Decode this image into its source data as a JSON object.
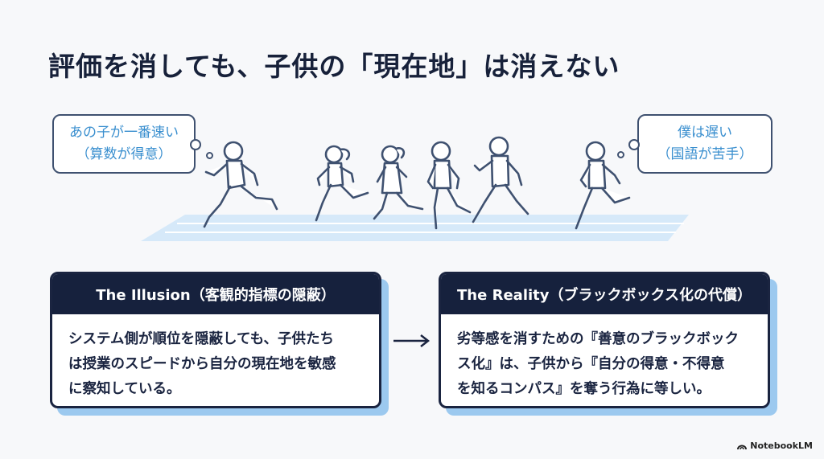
{
  "title": "評価を消しても、子供の「現在地」は消えない",
  "bubbles": {
    "left": {
      "line1": "あの子が一番速い",
      "line2": "（算数が得意）"
    },
    "right": {
      "line1": "僕は遅い",
      "line2": "（国語が苦手）"
    }
  },
  "illusion": {
    "header": "The Illusion（客観的指標の隠蔽）",
    "lines": [
      "システム側が順位を隠蔽しても、子供たち",
      "は授業のスピードから自分の現在地を敏感",
      "に察知している。"
    ]
  },
  "reality": {
    "header": "The Reality（ブラックボックス化の代償）",
    "lines": [
      "劣等感を消すための『善意のブラックボック",
      "ス化』は、子供から『自分の得意・不得意",
      "を知るコンパス』を奪う行為に等しい。"
    ]
  },
  "brand": {
    "label": "NotebookLM",
    "icon": "notebooklm-logo-icon"
  },
  "colors": {
    "navy": "#16213d",
    "accent_blue": "#3a8fcf",
    "shadow_blue": "#9cc9ef",
    "track": "#cfe5f8"
  }
}
